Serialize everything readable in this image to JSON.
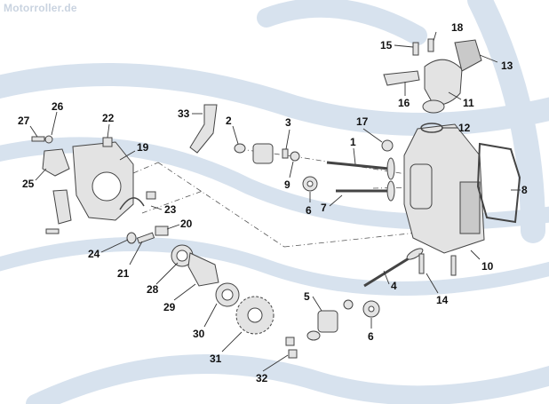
{
  "watermark": "Motorroller.de",
  "part_labels": [
    "1",
    "2",
    "3",
    "4",
    "5",
    "6",
    "6",
    "7",
    "8",
    "9",
    "10",
    "11",
    "12",
    "13",
    "14",
    "15",
    "16",
    "17",
    "18",
    "19",
    "20",
    "21",
    "22",
    "23",
    "24",
    "25",
    "26",
    "27",
    "28",
    "29",
    "30",
    "31",
    "32",
    "33"
  ],
  "colors": {
    "background_swirl": "#d7e2ee",
    "part_fill": "#e3e3e3",
    "part_stroke": "#444444",
    "leader": "#333333",
    "text": "#111111"
  }
}
